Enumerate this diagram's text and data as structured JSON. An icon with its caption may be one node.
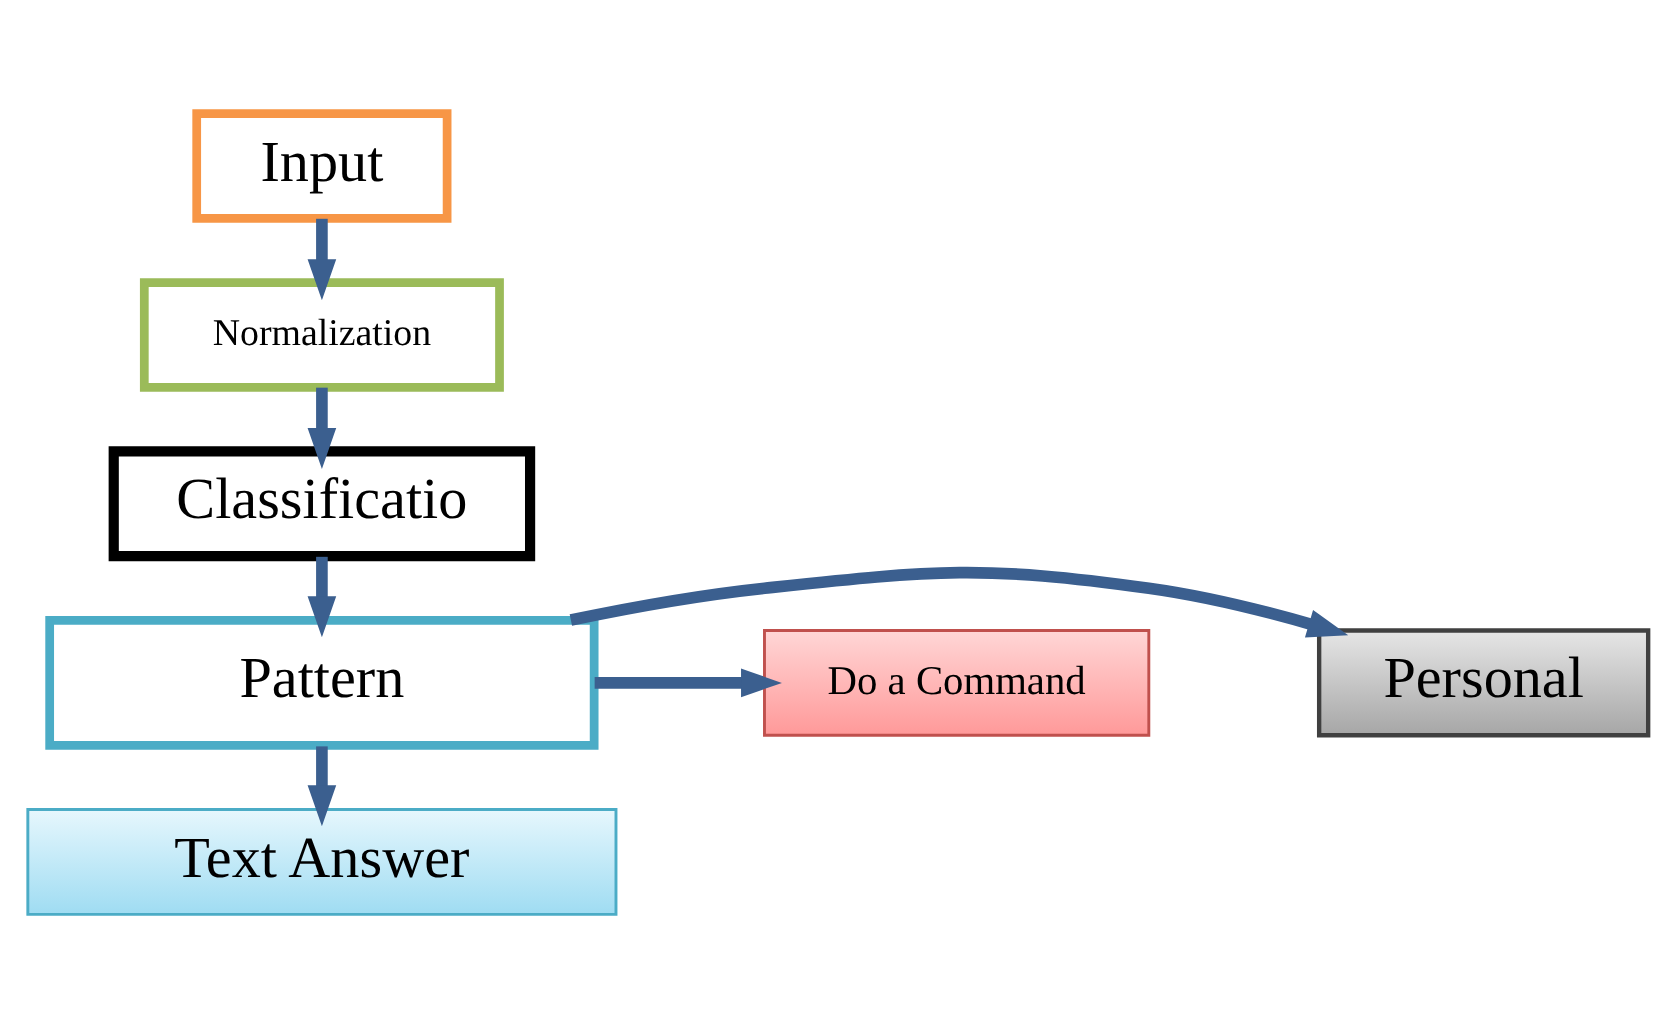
{
  "diagram": {
    "nodes": [
      {
        "text": [
          "Input"
        ]
      },
      {
        "text": [
          "Normalization"
        ]
      },
      {
        "text": [
          "Classificatio"
        ]
      },
      {
        "text": [
          "Pattern"
        ]
      },
      {
        "text": [
          "Personal"
        ]
      },
      {
        "text": [
          "Do a Command"
        ]
      },
      {
        "text": [
          "Text Answer"
        ]
      }
    ],
    "edges": [
      {
        "from": 0,
        "to": 1,
        "arrow": "to"
      },
      {
        "from": 1,
        "to": 2,
        "arrow": "to"
      },
      {
        "from": 2,
        "to": 3,
        "arrow": "to"
      },
      {
        "from": 3,
        "to": 4,
        "arrow": "to"
      },
      {
        "from": 3,
        "to": 5,
        "arrow": "to"
      },
      {
        "from": 3,
        "to": 6,
        "arrow": "to"
      }
    ]
  }
}
